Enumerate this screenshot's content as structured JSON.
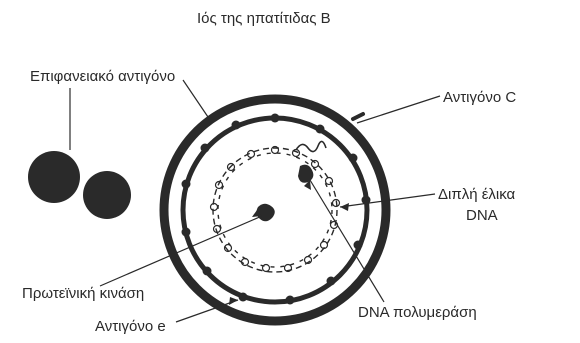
{
  "title": "Ιός της ηπατίτιδας Β",
  "labels": {
    "surface_antigen": "Επιφανειακό αντιγόνο",
    "core_antigen_c": "Αντιγόνο C",
    "double_helix_line1": "Διπλή έλικα",
    "double_helix_line2": "DNA",
    "protein_kinase": "Πρωτεϊνική κινάση",
    "antigen_e": "Αντιγόνο e",
    "dna_polymerase": "DNA πολυμεράση"
  },
  "colors": {
    "ink": "#2a2a2a",
    "background": "#ffffff"
  }
}
